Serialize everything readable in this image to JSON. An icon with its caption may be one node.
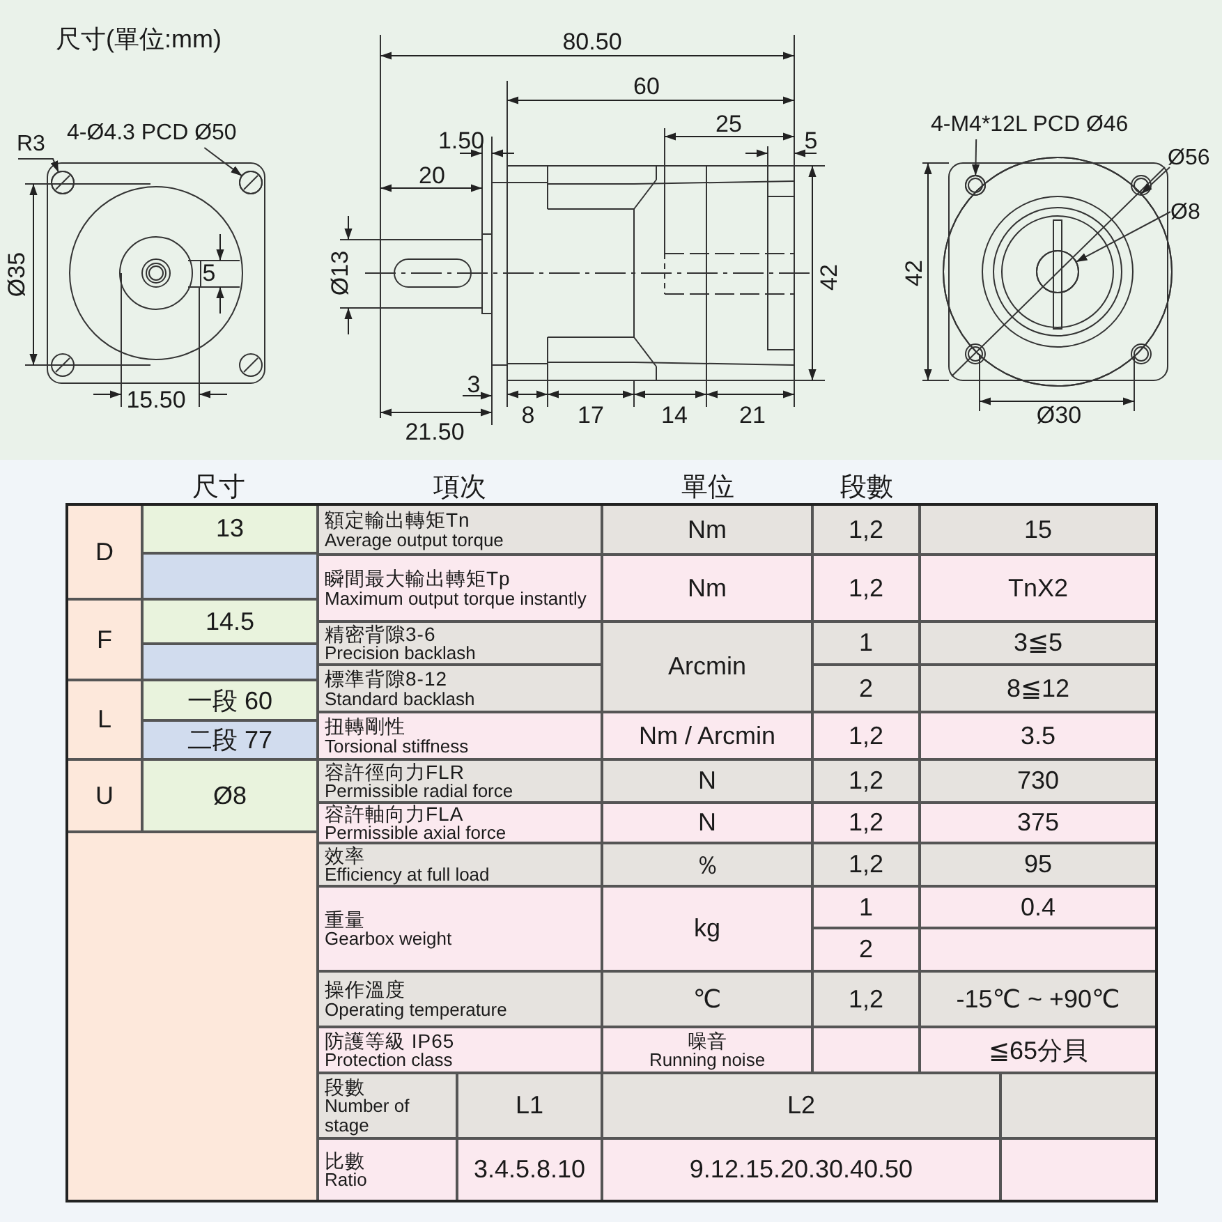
{
  "diagram": {
    "title": "尺寸(單位:mm)",
    "nodes": [
      {
        "text": [
          "R3"
        ]
      },
      {
        "text": [
          "4-Ø4.3 PCD Ø50"
        ]
      },
      {
        "text": [
          "4-M4*12L PCD Ø46"
        ]
      },
      {
        "text": [
          "Ø56"
        ]
      },
      {
        "text": [
          "Ø8"
        ]
      },
      {
        "text": [],
        "shape": "circle"
      },
      {
        "text": [],
        "shape": "circle"
      },
      {
        "text": [],
        "shape": "circle"
      },
      {
        "text": [],
        "shape": "circle"
      },
      {
        "text": [],
        "shape": "circle",
        "in": 8
      }
    ],
    "edges": [
      {
        "from": 0,
        "to": 5,
        "arrow": "to"
      },
      {
        "from": 1,
        "to": 6,
        "arrow": "to"
      },
      {
        "from": 2,
        "to": 7,
        "arrow": "to"
      },
      {
        "from": 3,
        "to": 8,
        "arrow": "to"
      },
      {
        "from": 4,
        "to": 9,
        "arrow": "to"
      }
    ],
    "labels": [
      "Ø35",
      "5",
      "15.50",
      "1.50",
      "20",
      "Ø13",
      "3",
      "21.50",
      "80.50",
      "60",
      "25",
      "5",
      "42",
      "8",
      "17",
      "14",
      "21",
      "42",
      "Ø30",
      "尺寸",
      "項次",
      "單位",
      "段數",
      "D",
      "13",
      "額定輸出轉矩Tn",
      "Average output torque",
      "Nm",
      "1,2",
      "15",
      "瞬間最大輸出轉矩Tp",
      "Maximum output torque instantly",
      "Nm",
      "1,2",
      "TnX2",
      "F",
      "14.5",
      "精密背隙3-6",
      "Precision backlash",
      "Arcmin",
      "1",
      "3≦5",
      "L",
      "一段 60",
      "標準背隙8-12",
      "Standard backlash",
      "2",
      "8≦12",
      "二段 77",
      "扭轉剛性",
      "Torsional stiffness",
      "Nm / Arcmin",
      "1,2",
      "3.5",
      "U",
      "Ø8",
      "容許徑向力FLR",
      "Permissible radial force",
      "N",
      "1,2",
      "730",
      "容許軸向力FLA",
      "Permissible axial force",
      "N",
      "1,2",
      "375",
      "效率",
      "Efficiency at full load",
      "％",
      "1,2",
      "95",
      "重量",
      "Gearbox weight",
      "kg",
      "1",
      "0.4",
      "2",
      "操作溫度",
      "Operating temperature",
      "℃",
      "1,2",
      "-15℃ ~ +90℃",
      "防護等級 IP65",
      "Protection class",
      "噪音",
      "Running noise",
      "≦65分貝",
      "段數",
      "Number of stage",
      "L1",
      "L2",
      "比數",
      "Ratio",
      "3.4.5.8.10",
      "9.12.15.20.30.40.50"
    ]
  }
}
